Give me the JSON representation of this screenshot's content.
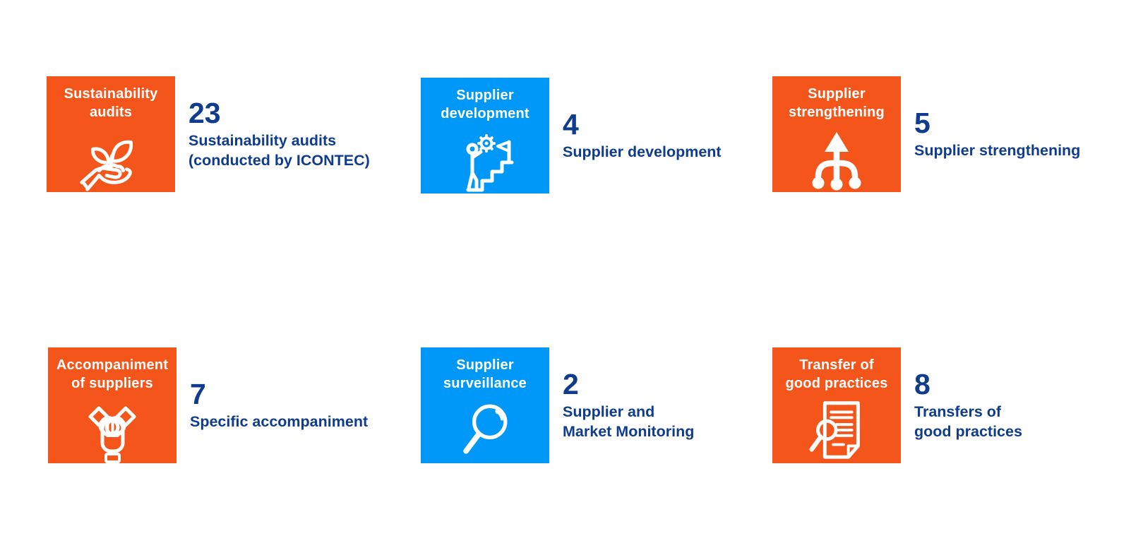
{
  "page": {
    "background": "#FFFFFF"
  },
  "colors": {
    "orange": "#F4551A",
    "blue": "#0098F8",
    "navy": "#0F3C8C",
    "tile_label": "#FFFFFF"
  },
  "cards": [
    {
      "id": "sustainability-audits",
      "color": "orange",
      "square_label": "Sustainability\naudits",
      "icon": "seedling-in-hand-icon",
      "count": "23",
      "description": "Sustainability audits\n(conducted by ICONTEC)"
    },
    {
      "id": "supplier-development",
      "color": "blue",
      "square_label": "Supplier\ndevelopment",
      "icon": "person-climbing-stairs-icon",
      "count": "4",
      "description": "Supplier development"
    },
    {
      "id": "supplier-strengthening",
      "color": "orange",
      "square_label": "Supplier\nstrengthening",
      "icon": "branching-merge-arrow-icon",
      "count": "5",
      "description": "Supplier strengthening"
    },
    {
      "id": "accompaniment-of-suppliers",
      "color": "orange",
      "square_label": "Accompaniment\nof suppliers",
      "icon": "joined-hands-icon",
      "count": "7",
      "description": "Specific accompaniment"
    },
    {
      "id": "supplier-surveillance",
      "color": "blue",
      "square_label": "Supplier\nsurveillance",
      "icon": "magnifying-glass-icon",
      "count": "2",
      "description": "Supplier and\nMarket Monitoring"
    },
    {
      "id": "transfer-of-good-practices",
      "color": "orange",
      "square_label": "Transfer of\ngood practices",
      "icon": "document-magnifier-icon",
      "count": "8",
      "description": "Transfers of\ngood practices"
    }
  ]
}
